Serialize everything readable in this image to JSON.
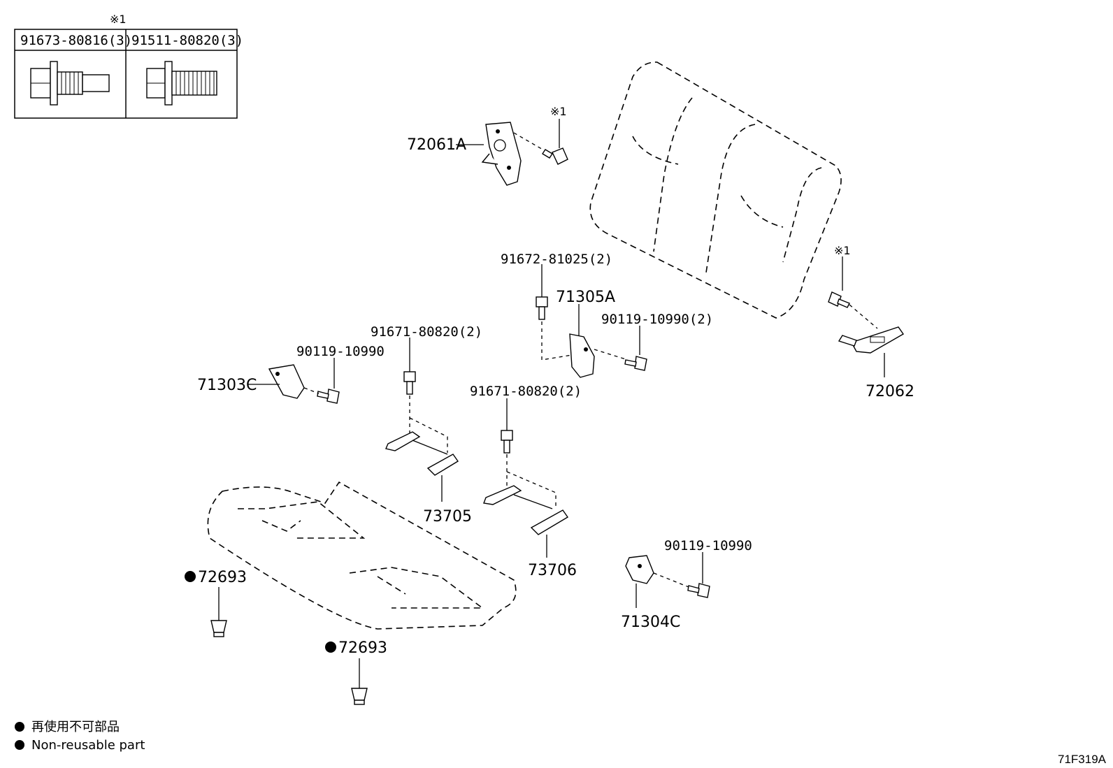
{
  "fastener_table": {
    "mark": "※1",
    "columns": [
      "91673-80816(3)",
      "91511-80820(3)"
    ]
  },
  "parts": {
    "p72061A": "72061A",
    "p72062": "72062",
    "p71305A": "71305A",
    "p71303C": "71303C",
    "p71304C": "71304C",
    "p73705": "73705",
    "p73706": "73706",
    "p72693a": "72693",
    "p72693b": "72693",
    "b91672": "91672-81025(2)",
    "b90119a": "90119-10990(2)",
    "b90119b": "90119-10990",
    "b90119c": "90119-10990",
    "b91671a": "91671-80820(2)",
    "b91671b": "91671-80820(2)",
    "mark_a": "※1",
    "mark_b": "※1"
  },
  "legend": {
    "jp": "再使用不可部品",
    "en": "Non-reusable part"
  },
  "ref_code": "71F319A"
}
